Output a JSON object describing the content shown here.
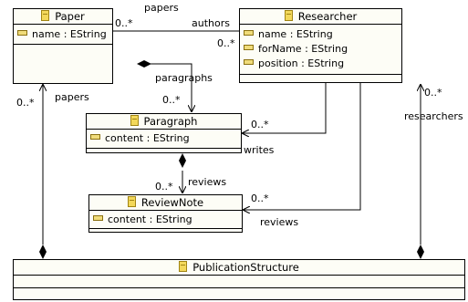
{
  "classes": {
    "paper": {
      "name": "Paper",
      "attributes": [
        "name : EString"
      ]
    },
    "researcher": {
      "name": "Researcher",
      "attributes": [
        "name : EString",
        "forName : EString",
        "position : EString"
      ]
    },
    "paragraph": {
      "name": "Paragraph",
      "attributes": [
        "content : EString"
      ]
    },
    "reviewnote": {
      "name": "ReviewNote",
      "attributes": [
        "content : EString"
      ]
    },
    "publicationstructure": {
      "name": "PublicationStructure",
      "attributes": []
    }
  },
  "labels": {
    "papers_top": "papers",
    "paper_mult_top": "0..*",
    "authors": "authors",
    "researcher_mult_left": "0..*",
    "paragraphs": "paragraphs",
    "paragraphs_mult": "0..*",
    "ps_papers_mult": "0..*",
    "ps_papers": "papers",
    "writes_mult": "0..*",
    "writes": "writes",
    "reviews_mult": "0..*",
    "reviews_left": "reviews",
    "reviewnote_mult_right": "0..*",
    "reviews_right": "reviews",
    "researchers_mult": "0..*",
    "researchers": "researchers"
  },
  "colors": {
    "class_fill": "#fdfdf6",
    "class_icon": "#f3d85a",
    "line": "#000000"
  }
}
